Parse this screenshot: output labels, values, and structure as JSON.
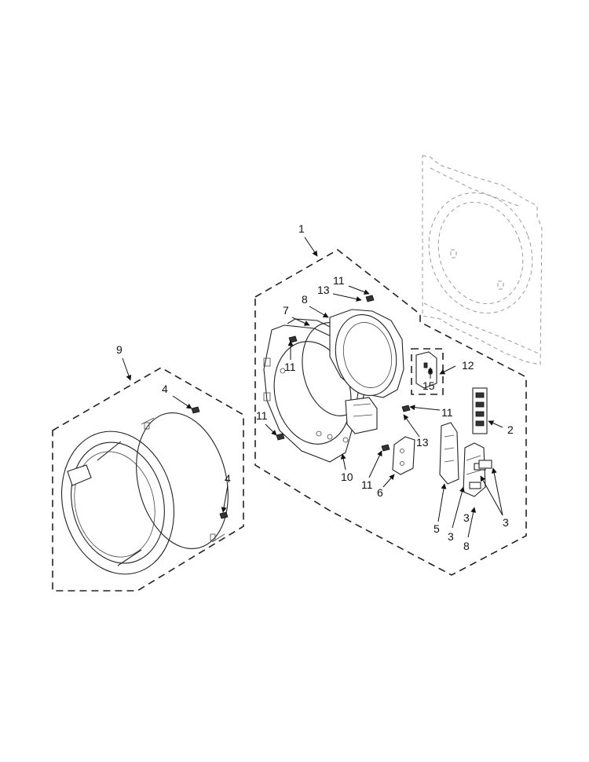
{
  "diagram": {
    "callouts": [
      "1",
      "2",
      "3",
      "3",
      "3",
      "4",
      "4",
      "5",
      "6",
      "7",
      "8",
      "8",
      "9",
      "10",
      "11",
      "11",
      "11",
      "11",
      "11",
      "12",
      "13",
      "13",
      "15"
    ]
  }
}
